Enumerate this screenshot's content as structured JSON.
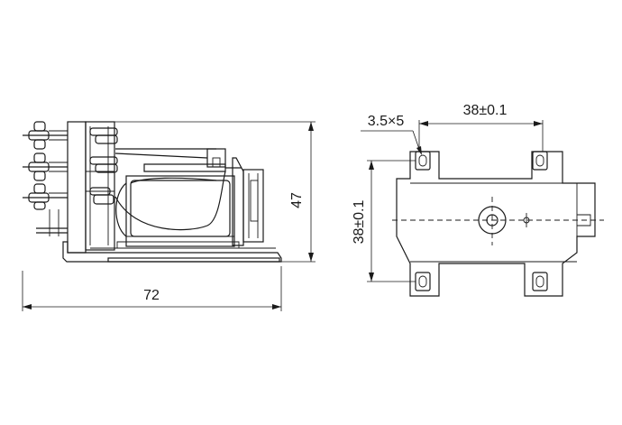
{
  "side_view": {
    "length_label": "72",
    "height_label": "47"
  },
  "top_view": {
    "slot_label": "3.5×5",
    "horizontal_pitch_label": "38±0.1",
    "vertical_pitch_label": "38±0.1"
  },
  "colors": {
    "line": "#1a1a1a",
    "background": "#ffffff"
  }
}
